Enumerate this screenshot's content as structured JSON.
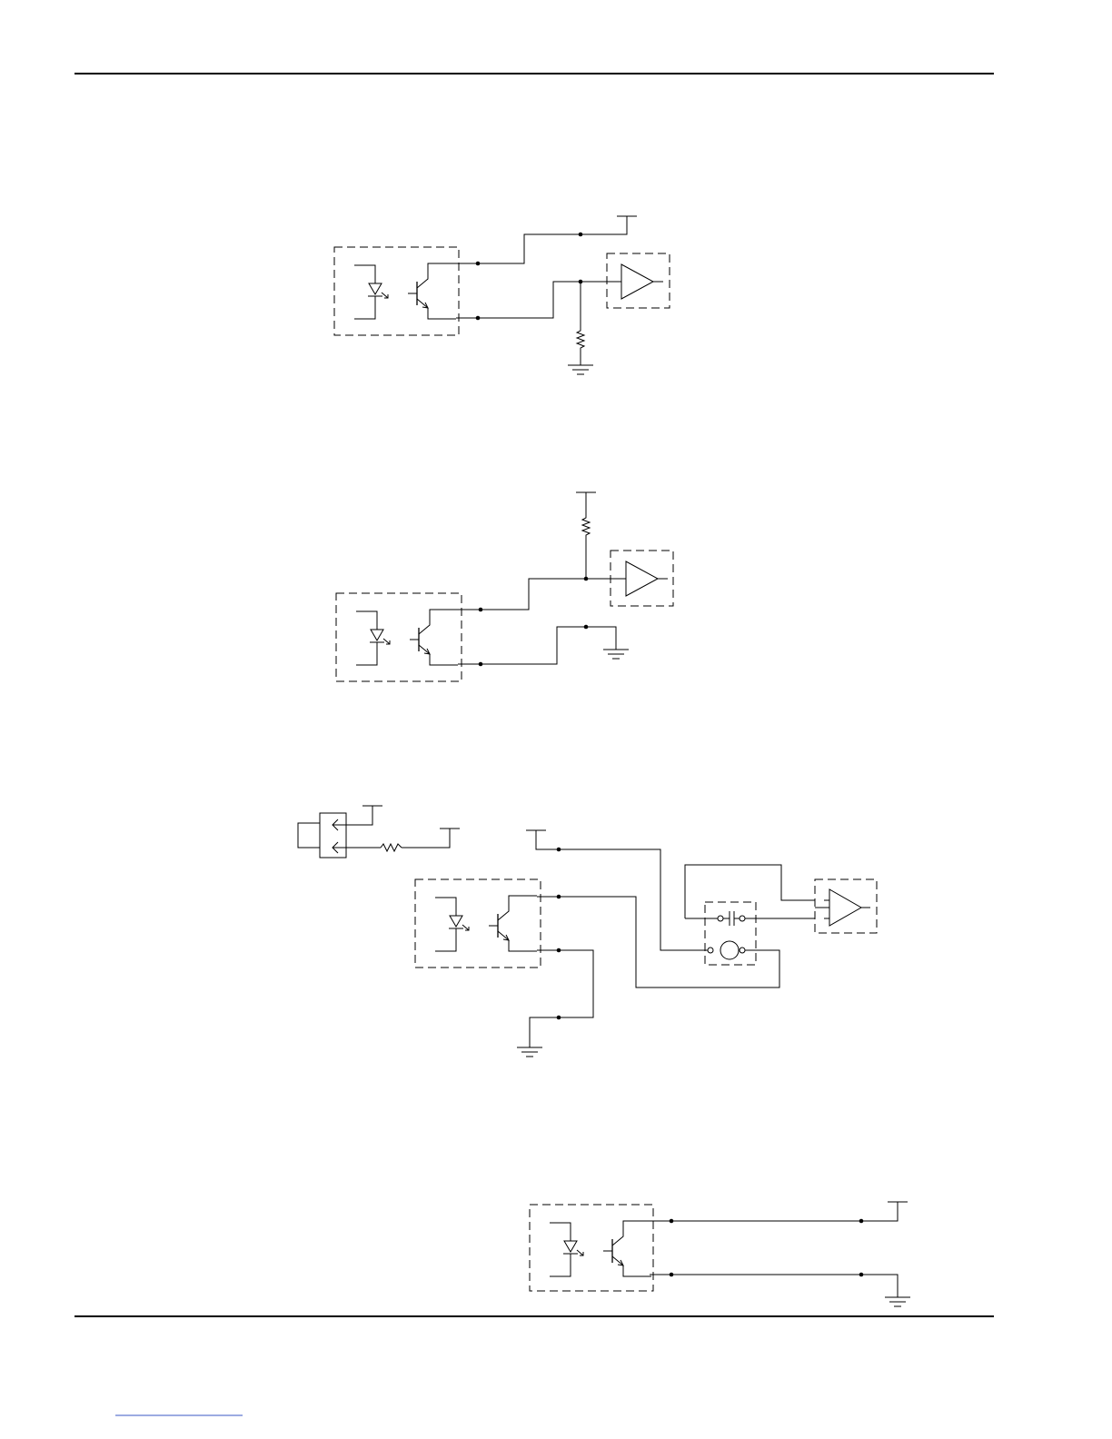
{
  "page": {
    "header_rule": true,
    "footer_rule": true,
    "footnote_rule_color": "#3a57c4"
  },
  "diagrams": [
    {
      "id": "fig-1",
      "caption": ""
    },
    {
      "id": "fig-2",
      "caption": ""
    },
    {
      "id": "fig-3",
      "caption": ""
    },
    {
      "id": "fig-4",
      "caption": ""
    }
  ]
}
